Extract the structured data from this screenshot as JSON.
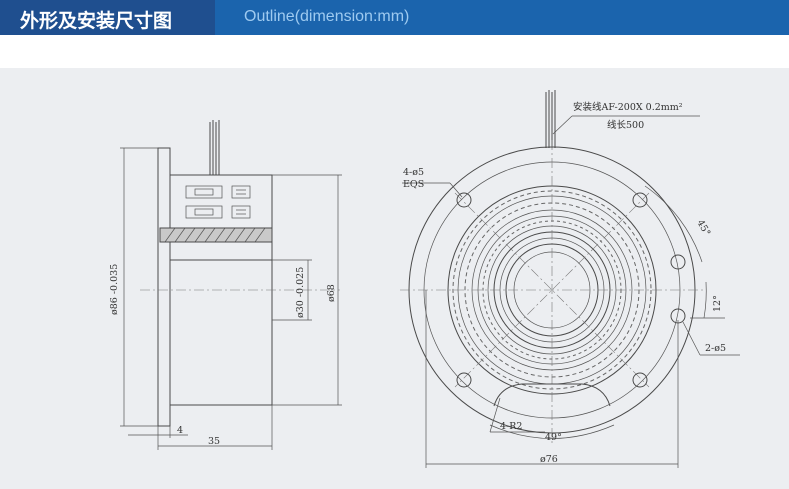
{
  "header": {
    "title_cn": "外形及安装尺寸图",
    "title_en": "Outline(dimension:mm)"
  },
  "side_view": {
    "dim_outer_diameter": "ø86 -0.035",
    "dim_bore": "ø30 -0.025",
    "dim_body": "ø68",
    "dim_flange": "4",
    "dim_length": "35"
  },
  "front_view": {
    "wire_spec": "安装线AF-200X  0.2mm²",
    "wire_length": "线长500",
    "holes_4": "4-ø5",
    "holes_4_sub": "EQS",
    "angle_45": "45°",
    "angle_12": "12°",
    "holes_2": "2-ø5",
    "notch_radius": "4-R2",
    "notch_angle": "49°",
    "dim_outer": "ø76"
  },
  "colors": {
    "header_bg": "#1b64ad",
    "title_tab_bg": "#1f4f8f",
    "panel_bg": "#eceef1"
  }
}
